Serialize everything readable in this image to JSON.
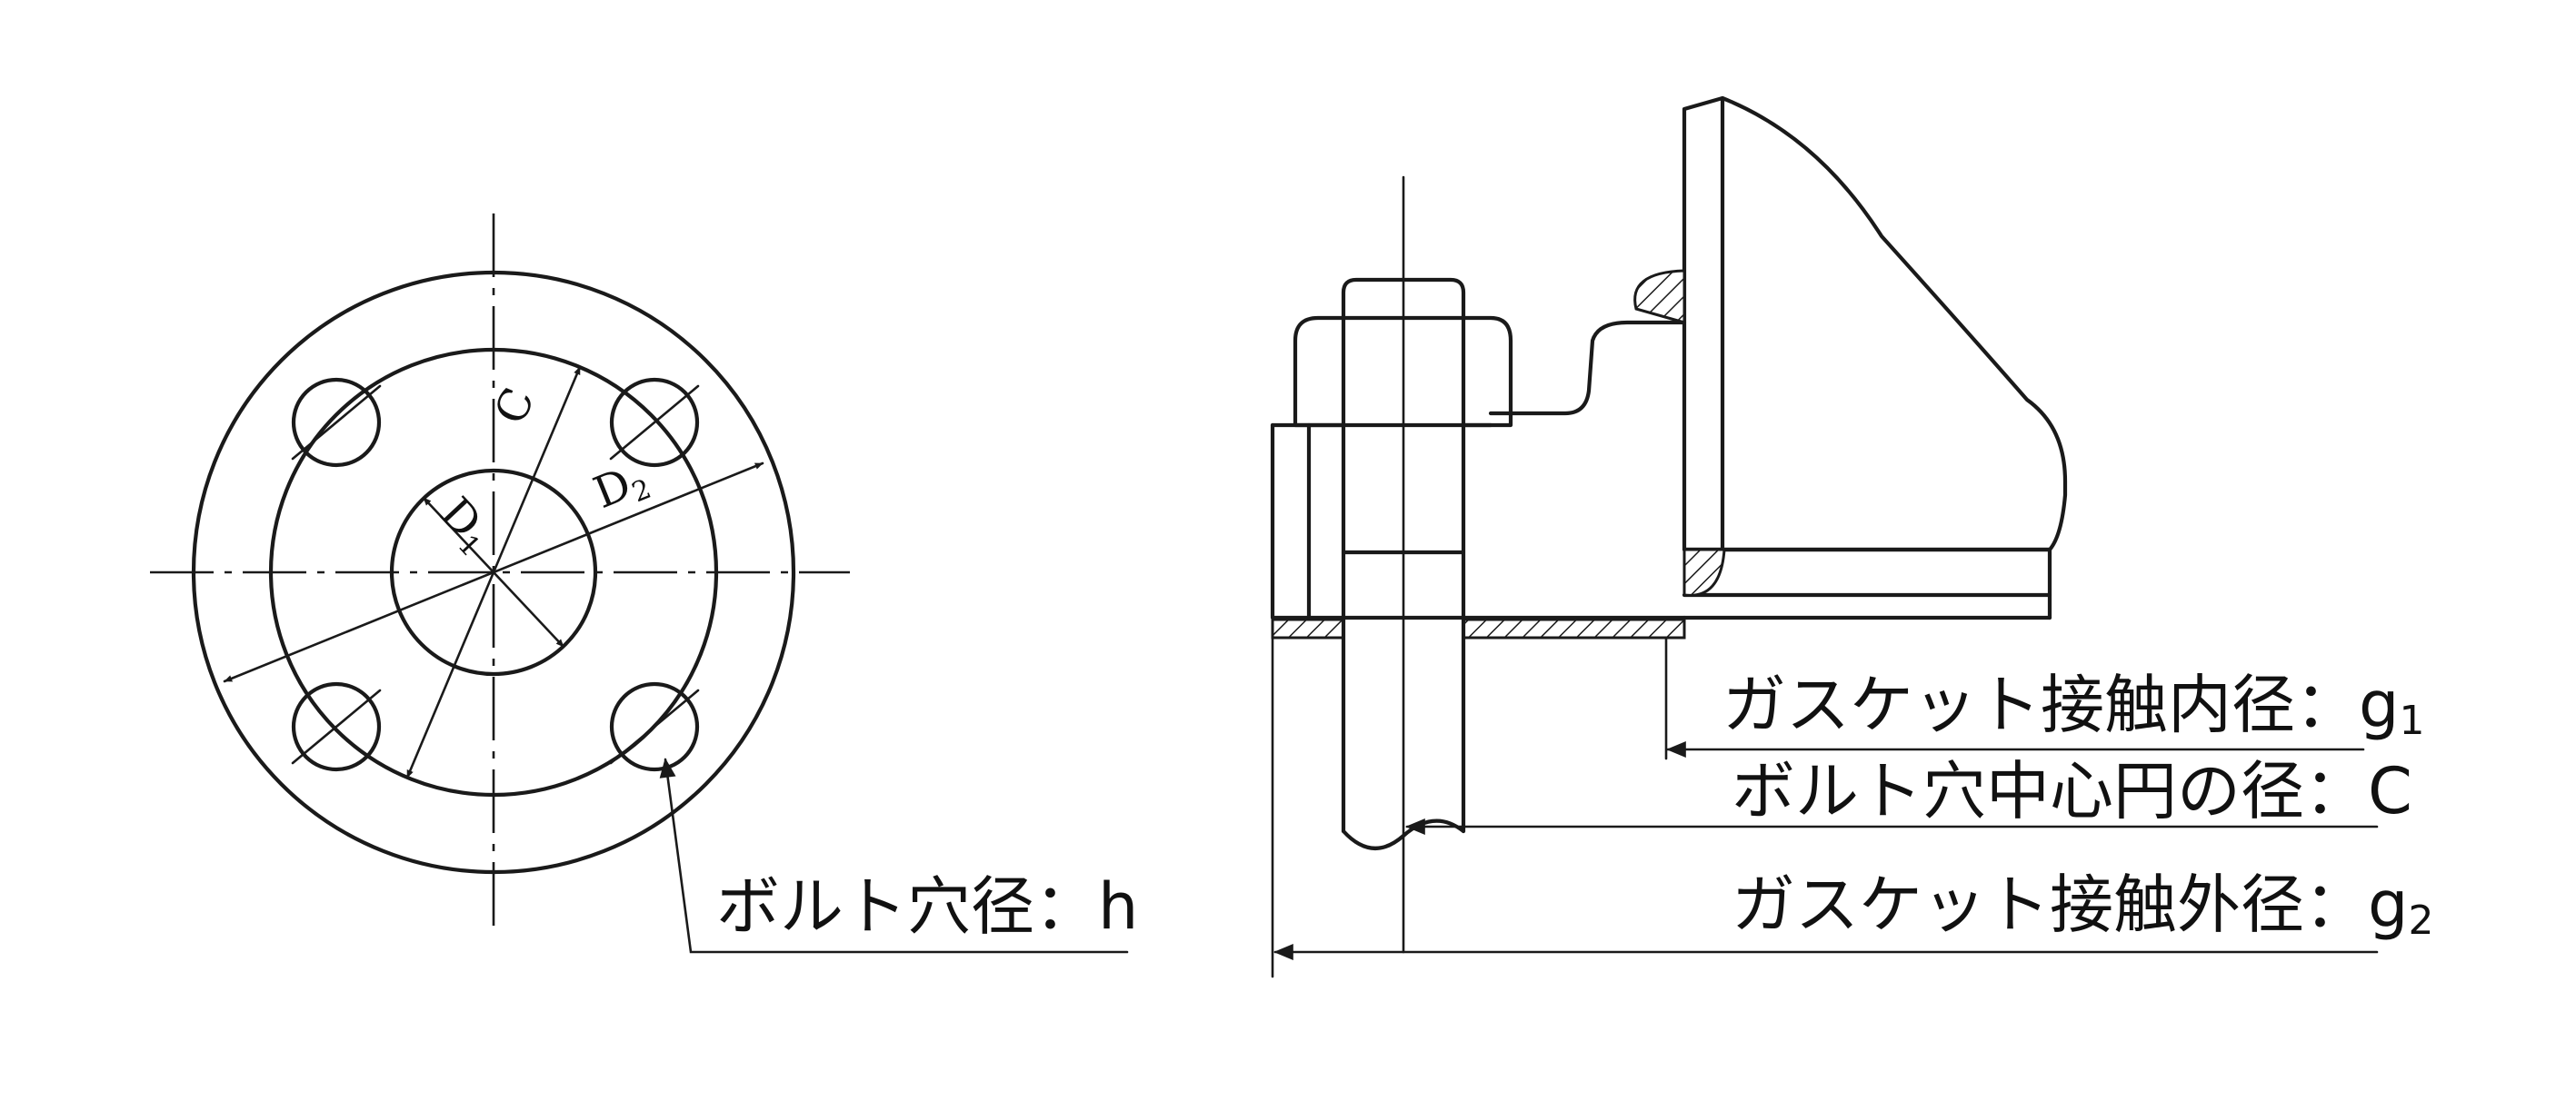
{
  "labels": {
    "bolt_hole_diameter": {
      "text": "ボルト穴径：h"
    },
    "gasket_inner": {
      "text": "ガスケット接触内径：g",
      "sub": "1"
    },
    "bolt_circle": {
      "text": "ボルト穴中心円の径：C"
    },
    "gasket_outer": {
      "text": "ガスケット接触外径：g",
      "sub": "2"
    }
  },
  "dimensions": {
    "bolt_circle": {
      "text": "C"
    },
    "inner": {
      "text": "D",
      "sub": "1"
    },
    "outer": {
      "text": "D",
      "sub": "2"
    }
  }
}
